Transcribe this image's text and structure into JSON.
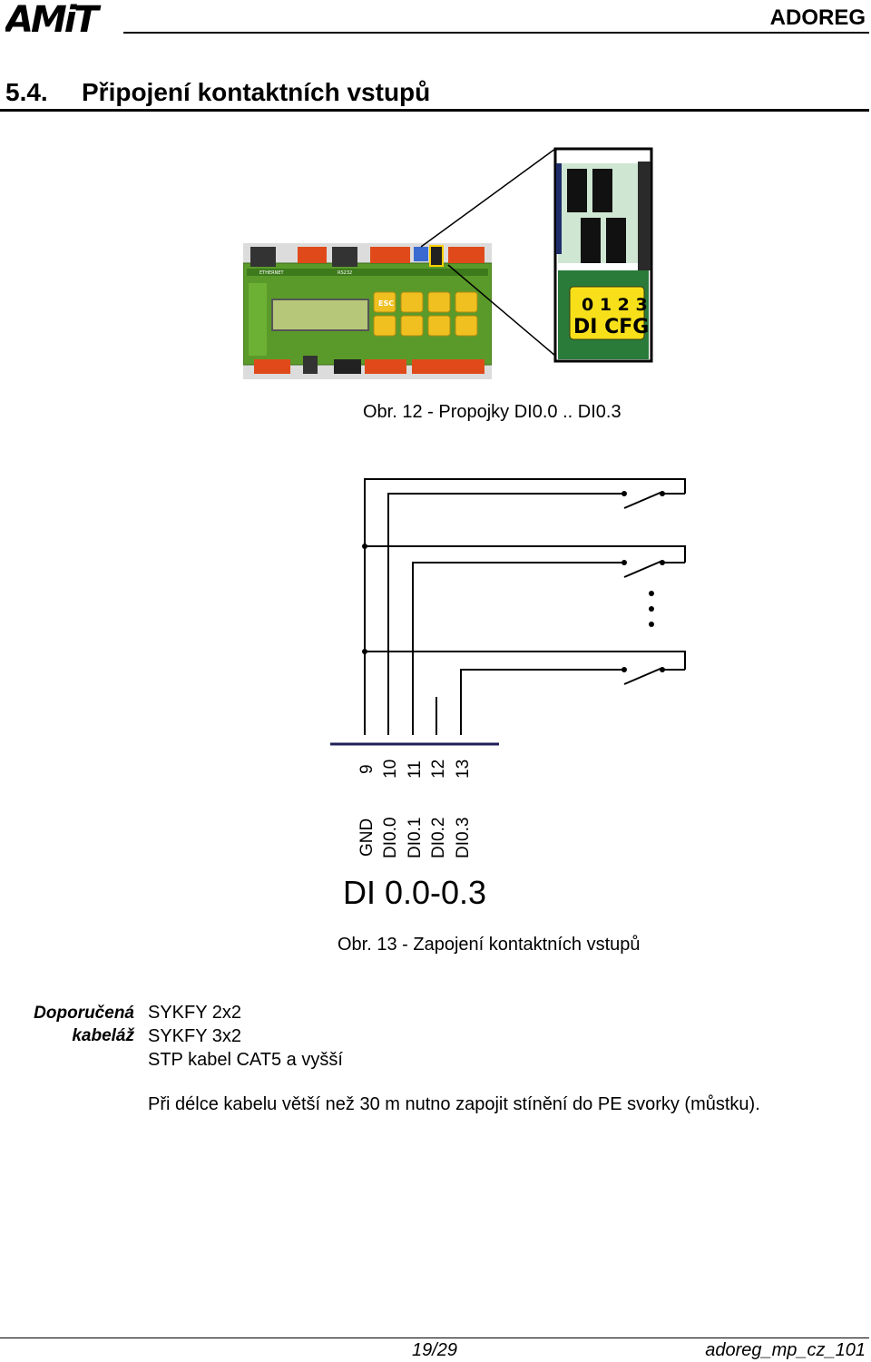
{
  "header": {
    "logo_text": "AMiT",
    "doc_name": "ADOREG"
  },
  "section": {
    "number": "5.4.",
    "title": "Připojení kontaktních vstupů"
  },
  "figure1": {
    "caption": "Obr. 12 - Propojky DI0.0 .. DI0.3",
    "zoom_digits": "0 1 2 3",
    "zoom_label": "DI CFG",
    "device_labels": {
      "esc": "ESC",
      "ethernet": "ETHERNET",
      "rs232": "RS232"
    }
  },
  "figure2": {
    "caption": "Obr. 13 - Zapojení kontaktních vstupů",
    "terminals": [
      "9",
      "10",
      "11",
      "12",
      "13"
    ],
    "signals": [
      "GND",
      "DI0.0",
      "DI0.1",
      "DI0.2",
      "DI0.3"
    ],
    "group_label": "DI 0.0-0.3"
  },
  "cabling": {
    "label_line1": "Doporučená",
    "label_line2": "kabeláž",
    "items": [
      "SYKFY 2x2",
      "SYKFY 3x2",
      "STP kabel CAT5 a vyšší"
    ],
    "note": "Při délce kabelu větší než 30 m nutno zapojit stínění do PE svorky (můstku)."
  },
  "footer": {
    "page": "19/29",
    "doc_code": "adoreg_mp_cz_101"
  },
  "colors": {
    "device_green": "#5a9a2a",
    "terminal_red": "#e04a1a",
    "key_yellow": "#f0c020",
    "lcd": "#b7c77a"
  }
}
